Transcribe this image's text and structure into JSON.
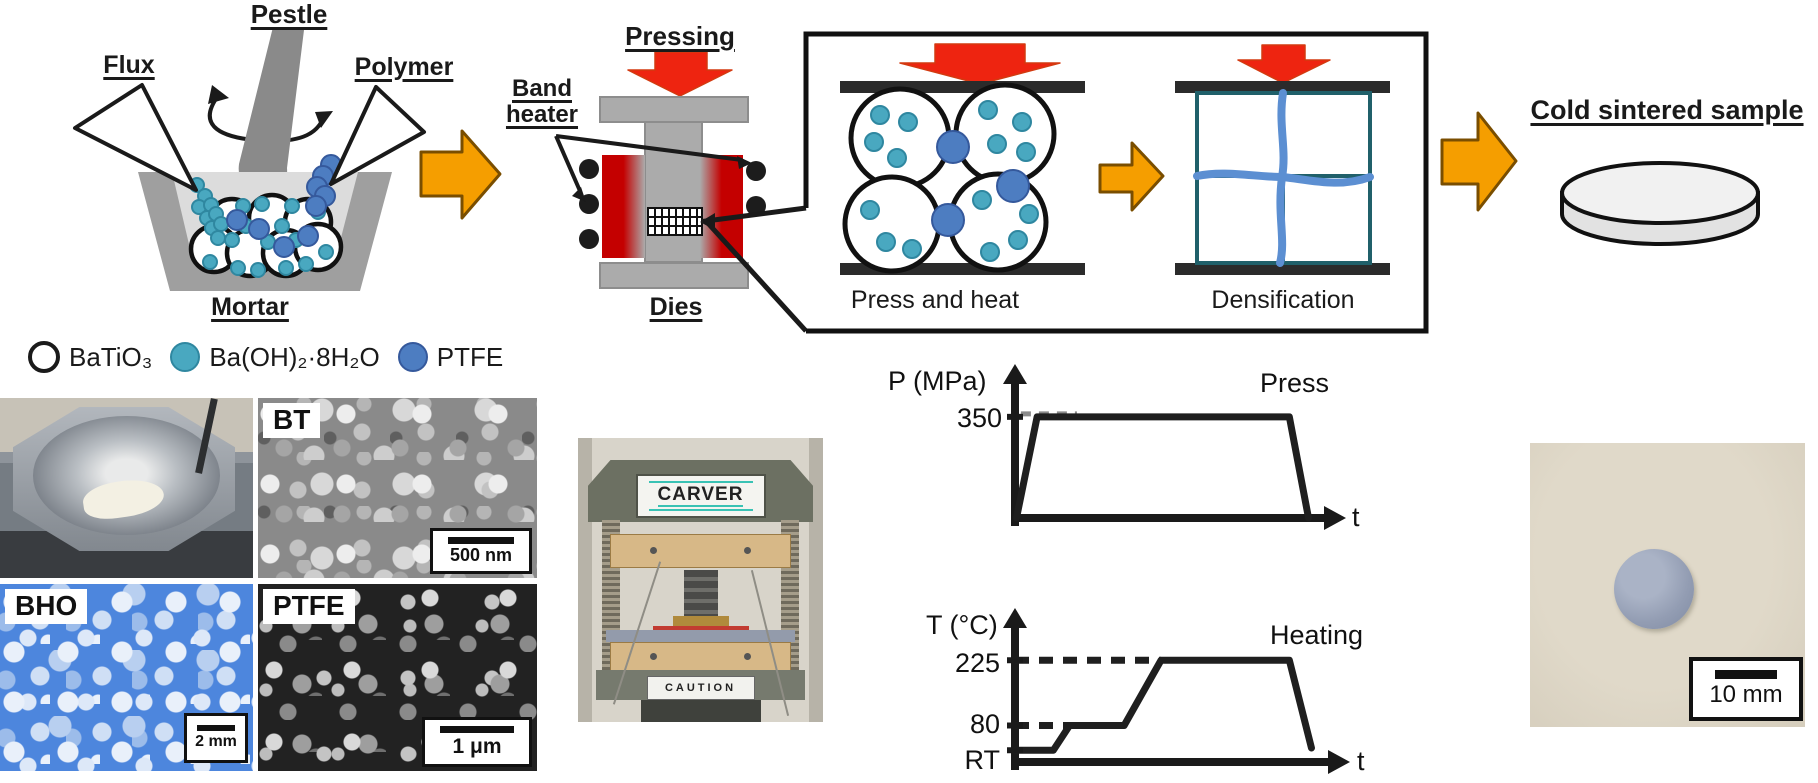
{
  "colors": {
    "accent_orange": "#f59e00",
    "arrow_red": "#ee2410",
    "heater_red": "#c40000",
    "flux_teal": "#49a8c0",
    "polymer_blue": "#4d7dc1",
    "grain_border_teal": "#20606a",
    "densified_polymer_blue": "#5c8fd2",
    "carver_plate_teal": "#39c2b4"
  },
  "diagram": {
    "mortar_group": {
      "pestle_label": "Pestle",
      "flux_label": "Flux",
      "polymer_label": "Polymer",
      "mortar_label": "Mortar"
    },
    "press_group": {
      "pressing_label": "Pressing",
      "band_heater_label": "Band\nheater",
      "dies_label": "Dies"
    },
    "inset": {
      "press_and_heat_label": "Press and heat",
      "densification_label": "Densification"
    },
    "result_label": "Cold sintered sample"
  },
  "legend": {
    "items": [
      {
        "name": "batio3",
        "label": "BaTiO₃"
      },
      {
        "name": "barium-hydroxide-octahydrate",
        "label": "Ba(OH)₂·8H₂O"
      },
      {
        "name": "ptfe",
        "label": "PTFE"
      }
    ]
  },
  "photos": {
    "bt": {
      "label": "BT",
      "scale_label": "500 nm"
    },
    "bho": {
      "label": "BHO",
      "scale_label": "2 mm"
    },
    "ptfe": {
      "label": "PTFE",
      "scale_label": "1 μm"
    },
    "press_machine": {
      "brand_label": "CARVER",
      "caution_label": "CAUTION"
    },
    "sintered_sample": {
      "scale_label": "10 mm"
    }
  },
  "chart_data": [
    {
      "type": "line",
      "title": "Press",
      "xlabel": "t",
      "ylabel": "P (MPa)",
      "yticks": [
        {
          "label": "350",
          "value": 350
        }
      ],
      "xlim": [
        0,
        10.8
      ],
      "ylim": [
        0,
        430
      ],
      "grid": false,
      "legend_position": "top-right",
      "series": [
        {
          "name": "pressure-profile",
          "points": [
            [
              0.05,
              0
            ],
            [
              0.75,
              350
            ],
            [
              9.3,
              350
            ],
            [
              9.95,
              0
            ]
          ]
        }
      ],
      "guides": [
        {
          "value": 350,
          "from": 0.2,
          "to": 2.1,
          "muted": true
        }
      ]
    },
    {
      "type": "line",
      "title": "Heating",
      "xlabel": "t",
      "ylabel": "T (°C)",
      "yticks": [
        {
          "label": "225",
          "value": 225
        },
        {
          "label": "80",
          "value": 80
        },
        {
          "label": "RT",
          "value": 25
        }
      ],
      "xlim": [
        0,
        10.8
      ],
      "ylim": [
        0,
        300
      ],
      "grid": false,
      "legend_position": "top-right",
      "series": [
        {
          "name": "temperature-profile",
          "points": [
            [
              0,
              25
            ],
            [
              1.3,
              25
            ],
            [
              1.85,
              80
            ],
            [
              3.7,
              80
            ],
            [
              4.95,
              225
            ],
            [
              9.3,
              225
            ],
            [
              10.05,
              30
            ]
          ]
        }
      ],
      "guides": [
        {
          "value": 225,
          "from": 0,
          "to": 4.95
        },
        {
          "value": 80,
          "from": 0,
          "to": 1.85
        }
      ]
    }
  ]
}
